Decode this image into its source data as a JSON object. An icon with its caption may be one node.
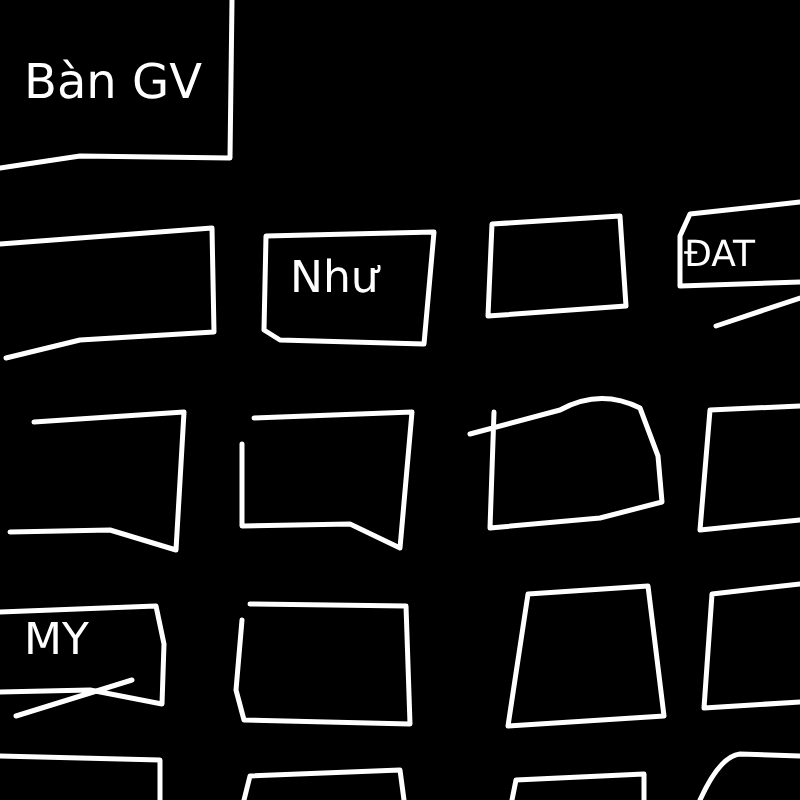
{
  "diagram": {
    "nodes": [
      {
        "text": [
          "Bàn GV"
        ]
      },
      {
        "text": [],
        "shape": "box"
      },
      {
        "text": [
          "Như"
        ]
      },
      {
        "text": [],
        "shape": "box"
      },
      {
        "text": [
          "ĐAT"
        ]
      },
      {
        "text": [],
        "shape": "box"
      },
      {
        "text": [],
        "shape": "box"
      },
      {
        "text": [],
        "shape": "box"
      },
      {
        "text": [],
        "shape": "box"
      },
      {
        "text": [
          "MY"
        ]
      },
      {
        "text": [],
        "shape": "box"
      },
      {
        "text": [],
        "shape": "box"
      },
      {
        "text": [],
        "shape": "box"
      },
      {
        "text": [],
        "shape": "box"
      },
      {
        "text": [],
        "shape": "box"
      },
      {
        "text": [],
        "shape": "box"
      },
      {
        "text": [],
        "shape": "box"
      }
    ],
    "edges": []
  }
}
